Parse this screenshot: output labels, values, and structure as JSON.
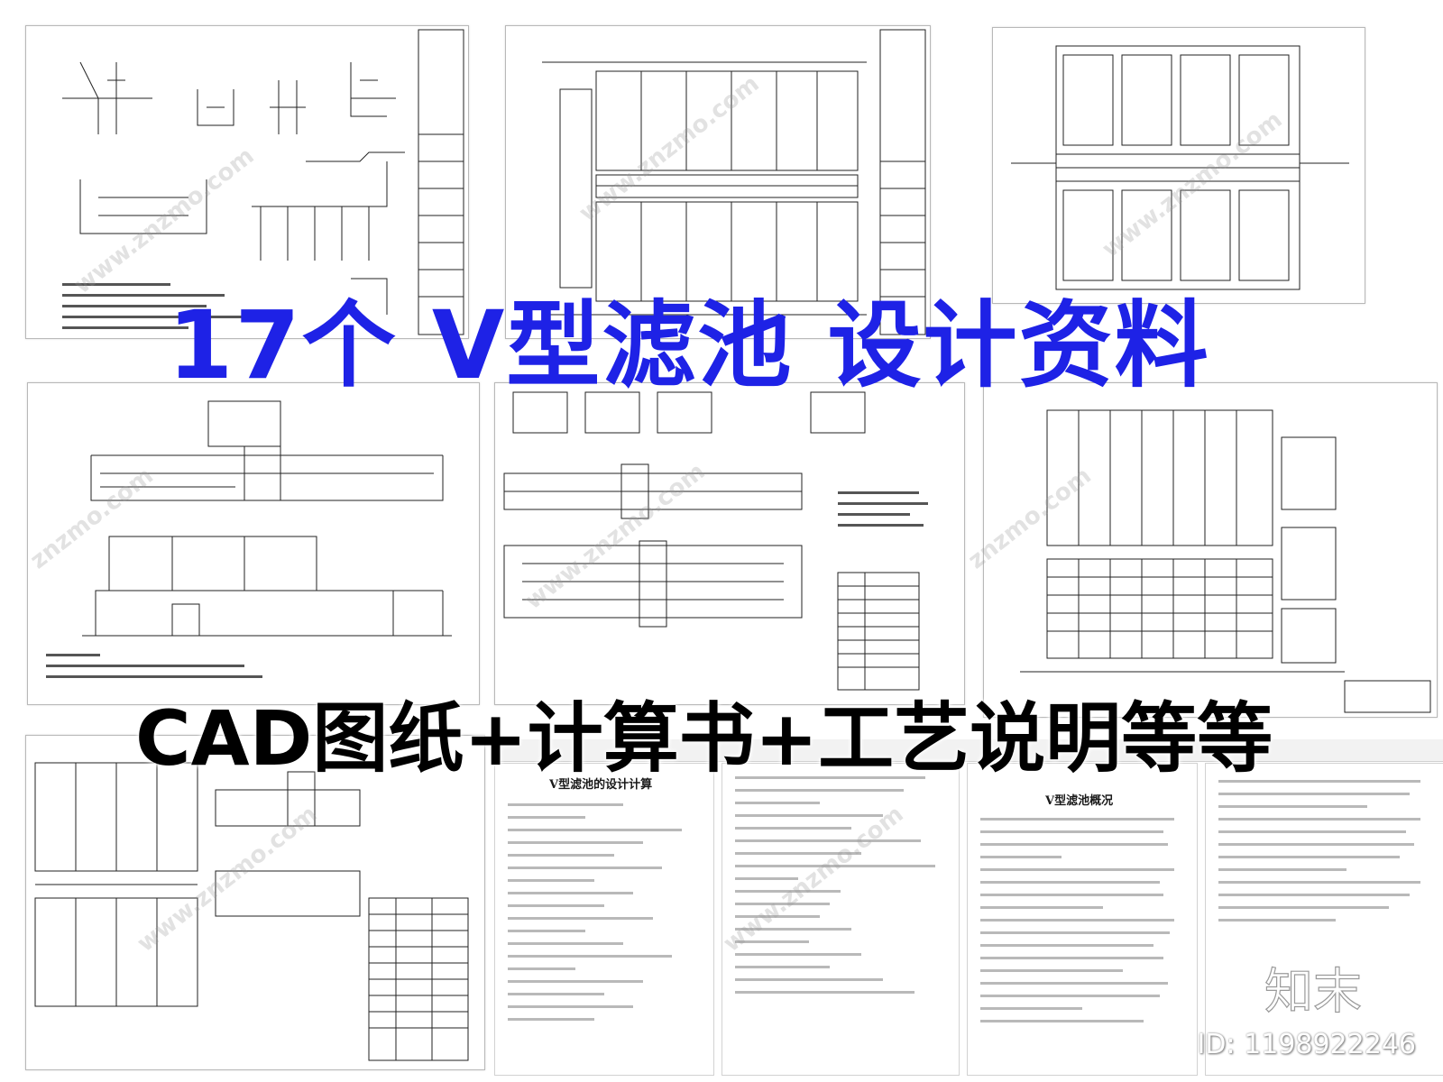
{
  "headline": {
    "main": "17个 V型滤池 设计资料",
    "sub": "CAD图纸+计算书+工艺说明等等"
  },
  "watermark": {
    "logo_text": "知末",
    "id_text": "ID: 1198922246"
  },
  "documents": {
    "calc_title": "V型滤池的设计计算",
    "overview_title": "V型滤池概况"
  },
  "colors": {
    "headline_main": "#1e22e6",
    "headline_sub": "#000000",
    "drawing_lines": "#1a1a1a"
  }
}
